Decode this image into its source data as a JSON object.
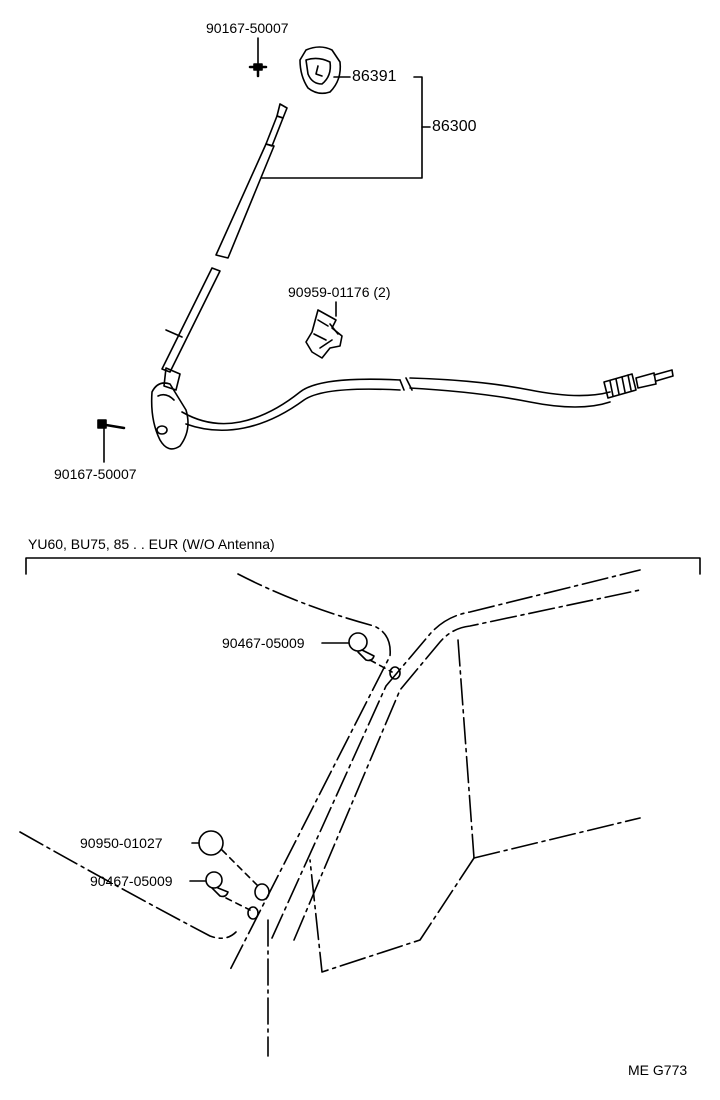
{
  "upper": {
    "part_screw_top": "90167-50007",
    "part_cap": "86391",
    "part_assembly": "86300",
    "part_clamp": "90959-01176",
    "part_clamp_qty": "(2)",
    "part_screw_bottom": "90167-50007"
  },
  "lower": {
    "section_title": "YU60, BU75, 85 . . EUR (W/O Antenna)",
    "part_plug_top": "90467-05009",
    "part_plug_round": "90950-01027",
    "part_plug_bottom": "90467-05009"
  },
  "footer": {
    "drawing_code": "ME G773"
  }
}
